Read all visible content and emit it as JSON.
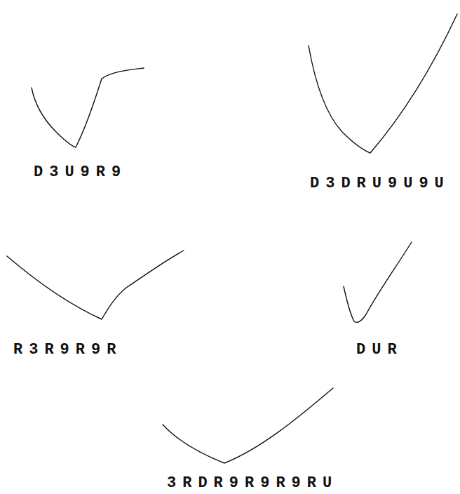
{
  "diagram": {
    "labels": [
      "D3U9R9",
      "D3DRU9U9U",
      "R3R9R9R",
      "DUR",
      "3RDR9R9R9RU"
    ]
  }
}
